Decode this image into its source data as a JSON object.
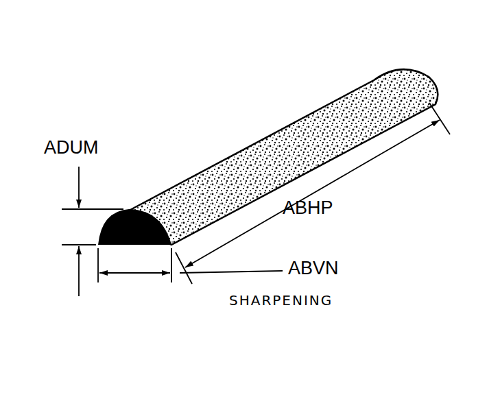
{
  "diagram": {
    "labels": [
      "ADUM",
      "ABHP",
      "ABVN",
      "SHARPENING"
    ]
  }
}
